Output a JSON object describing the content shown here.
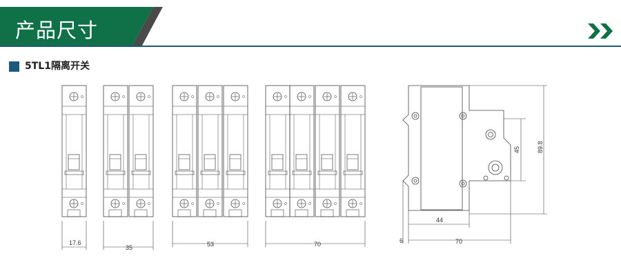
{
  "header": {
    "title": "产品尺寸",
    "colors": {
      "primary": "#107048",
      "stripe": "#1d5a7a",
      "accent": "#4a4a4a"
    },
    "nav_icon": "double-chevron-right-icon"
  },
  "section": {
    "title": "5TL1隔离开关",
    "marker_icon": "square-bullet-icon"
  },
  "drawings": {
    "widths": [
      "17.6",
      "35",
      "53",
      "70"
    ],
    "side_view": {
      "depth": "44",
      "total": "70",
      "offset": "6",
      "height": "89.8",
      "mid_height": "45"
    }
  }
}
